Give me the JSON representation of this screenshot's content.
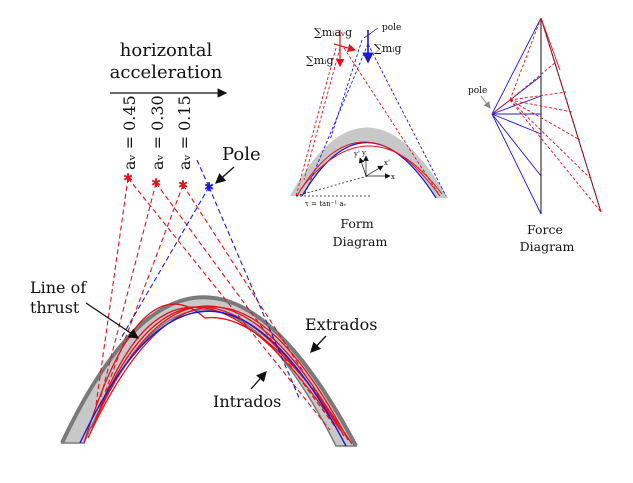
{
  "labels": {
    "horizontal_line1": "horizontal",
    "horizontal_line2": "acceleration",
    "av045": "aᵥ = 0.45",
    "av030": "aᵥ = 0.30",
    "av015": "aᵥ = 0.15",
    "pole_main": "Pole",
    "line_of_thrust_1": "Line of",
    "line_of_thrust_2": "thrust",
    "extrados": "Extrados",
    "intrados": "Intrados",
    "form_line1": "Form",
    "form_line2": "Diagram",
    "force_line1": "Force",
    "force_line2": "Diagram",
    "pole_small": "pole",
    "pole_force": "pole",
    "sum_mag": "∑mᵢaᵥg",
    "sum_mig_left": "∑mᵢg",
    "sum_mig_right": "∑mᵢg",
    "angle_expr": "τ = tan⁻¹ aᵥ",
    "axis_x": "x",
    "axis_y": "y",
    "axis_xp": "x'",
    "axis_yp": "y'"
  },
  "colors": {
    "red": "#e0141c",
    "blue": "#1a1ad6",
    "arch_fill": "#c8c8c8",
    "arch_edge": "#7a7a7a",
    "black": "#111111",
    "grey_arrow": "#888888"
  }
}
